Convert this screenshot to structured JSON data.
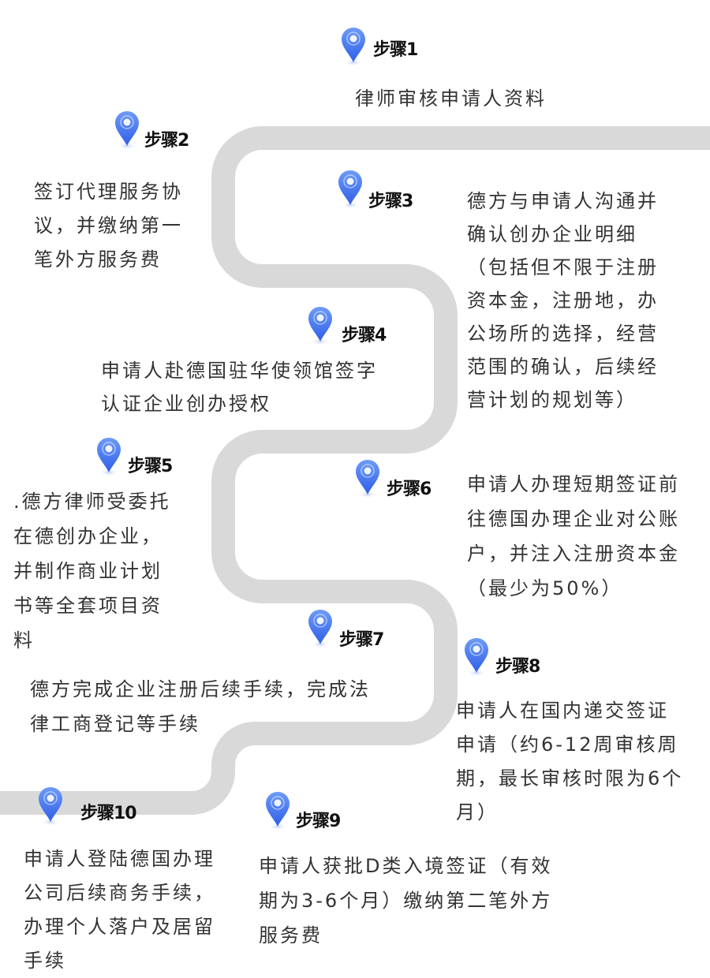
{
  "colors": {
    "road": "#d9d9d9",
    "pin_top": "#6e9bf7",
    "pin_bottom": "#2f5fe8",
    "text": "#333333"
  },
  "steps": [
    {
      "label": "步骤1",
      "icon": "map-pin-icon",
      "lines": [
        "律师审核申请人资料"
      ]
    },
    {
      "label": "步骤2",
      "icon": "map-pin-icon",
      "lines": [
        "签订代理服务协",
        "议，并缴纳第一",
        "笔外方服务费"
      ]
    },
    {
      "label": "步骤3",
      "icon": "map-pin-icon",
      "lines": [
        "德方与申请人沟通并",
        "确认创办企业明细",
        "（包括但不限于注册",
        "资本金，注册地，办",
        "公场所的选择，经营",
        "范围的确认，后续经",
        "营计划的规划等）"
      ]
    },
    {
      "label": "步骤4",
      "icon": "map-pin-icon",
      "lines": [
        "申请人赴德国驻华使领馆签字",
        "认证企业创办授权"
      ]
    },
    {
      "label": "步骤5",
      "icon": "map-pin-icon",
      "lines": [
        ".德方律师受委托",
        "在德创办企业，",
        "并制作商业计划",
        "书等全套项目资",
        "料"
      ]
    },
    {
      "label": "步骤6",
      "icon": "map-pin-icon",
      "lines": [
        "申请人办理短期签证前",
        "往德国办理企业对公账",
        "户，并注入注册资本金",
        "（最少为50%）"
      ]
    },
    {
      "label": "步骤7",
      "icon": "map-pin-icon",
      "lines": [
        "德方完成企业注册后续手续，完成法",
        "律工商登记等手续"
      ]
    },
    {
      "label": "步骤8",
      "icon": "map-pin-icon",
      "lines": [
        "申请人在国内递交签证",
        "申请（约6-12周审核周",
        "期，最长审核时限为6个",
        "月）"
      ]
    },
    {
      "label": "步骤9",
      "icon": "map-pin-icon",
      "lines": [
        "申请人获批D类入境签证（有效",
        "期为3-6个月）缴纳第二笔外方",
        "服务费"
      ]
    },
    {
      "label": "步骤10",
      "icon": "map-pin-icon",
      "lines": [
        "申请人登陆德国办理",
        "公司后续商务手续，",
        "办理个人落户及居留",
        "手续"
      ]
    }
  ]
}
